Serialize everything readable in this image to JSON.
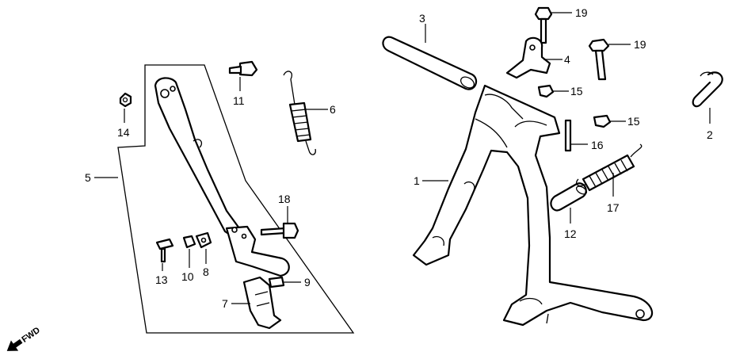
{
  "callouts": {
    "c1": "1",
    "c2": "2",
    "c3": "3",
    "c4": "4",
    "c5": "5",
    "c6": "6",
    "c7": "7",
    "c8": "8",
    "c9": "9",
    "c10": "10",
    "c11": "11",
    "c12": "12",
    "c13": "13",
    "c14": "14",
    "c15a": "15",
    "c15b": "15",
    "c16": "16",
    "c17": "17",
    "c18": "18",
    "c19a": "19",
    "c19b": "19"
  },
  "direction_label": "FWD",
  "colors": {
    "ink": "#000000",
    "paper": "#ffffff"
  }
}
